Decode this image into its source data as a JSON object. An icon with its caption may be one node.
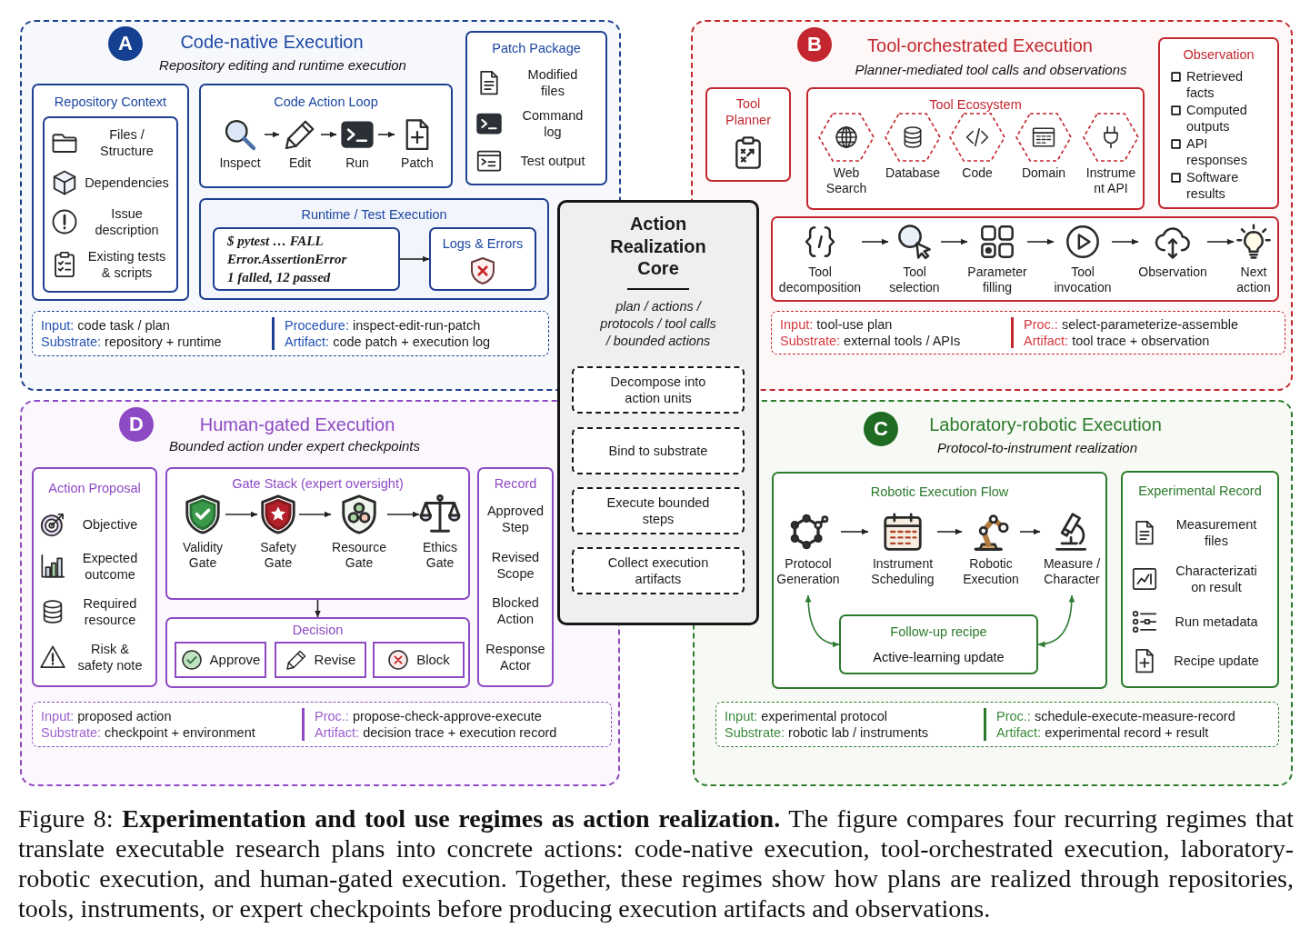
{
  "diagram": {
    "caption": "Figure 8: **Experimentation and tool use regimes as action realization.** The figure compares four recurring regimes that translate executable research plans into concrete actions: code-native execution, tool-orchestrated execution, laboratory-robotic execution, and human-gated execution. Together, these regimes show how plans are realized through repositories, tools, instruments, or expert checkpoints before producing execution artifacts and observations.",
    "nodes": [
      {
        "text": [
          "Code-native Execution",
          "Repository editing and runtime execution"
        ]
      },
      {
        "text": [
          "A"
        ],
        "in": 0
      },
      {
        "text": [
          "Repository Context"
        ],
        "in": 0
      },
      {
        "text": [
          "Files / Structure",
          "Dependencies",
          "Issue description",
          "Existing tests & scripts"
        ],
        "in": 2
      },
      {
        "text": [
          "Code Action Loop"
        ],
        "in": 0
      },
      {
        "text": [
          "Inspect"
        ],
        "in": 4
      },
      {
        "text": [
          "Edit"
        ],
        "in": 4
      },
      {
        "text": [
          "Run"
        ],
        "in": 4
      },
      {
        "text": [
          "Patch"
        ],
        "in": 4
      },
      {
        "text": [
          "Patch Package",
          "Modified files",
          "Command log",
          "Test output"
        ],
        "in": 0
      },
      {
        "text": [
          "Runtime / Test Execution"
        ],
        "in": 0
      },
      {
        "text": [
          "$ pytest … FALL",
          "Error.AssertionError",
          "1 falled, 12 passed"
        ],
        "in": 10
      },
      {
        "text": [
          "Logs & Errors"
        ],
        "in": 10
      },
      {
        "text": [
          "Input: code task / plan",
          "Substrate: repository + runtime",
          "Procedure: inspect-edit-run-patch",
          "Artifact: code patch + execution log"
        ],
        "in": 0
      },
      {
        "text": [
          "Tool-orchestrated Execution",
          "Planner-mediated tool calls and observations"
        ]
      },
      {
        "text": [
          "B"
        ],
        "in": 14
      },
      {
        "text": [
          "Tool Planner"
        ],
        "in": 14
      },
      {
        "text": [
          "Tool Ecosystem"
        ],
        "in": 14
      },
      {
        "text": [
          "Web Search"
        ],
        "in": 17
      },
      {
        "text": [
          "Database"
        ],
        "in": 17
      },
      {
        "text": [
          "Code"
        ],
        "in": 17
      },
      {
        "text": [
          "Domain"
        ],
        "in": 17
      },
      {
        "text": [
          "Instrume nt API"
        ],
        "in": 17
      },
      {
        "text": [
          "Observation",
          "Retrieved facts",
          "Computed outputs",
          "API responses",
          "Software results"
        ],
        "in": 14
      },
      {
        "text": [],
        "shape": "box",
        "in": 14
      },
      {
        "text": [
          "Tool decomposition"
        ],
        "in": 24
      },
      {
        "text": [
          "Tool selection"
        ],
        "in": 24
      },
      {
        "text": [
          "Parameter filling"
        ],
        "in": 24
      },
      {
        "text": [
          "Tool invocation"
        ],
        "in": 24
      },
      {
        "text": [
          "Observation"
        ],
        "in": 24
      },
      {
        "text": [
          "Next action"
        ],
        "in": 24
      },
      {
        "text": [
          "Input: tool-use plan",
          "Substrate: external tools / APIs",
          "Proc.: select-parameterize-assemble",
          "Artifact: tool trace + observation"
        ],
        "in": 14
      },
      {
        "text": [
          "Action Realization Core",
          "plan / actions / protocols / tool calls / bounded actions"
        ]
      },
      {
        "text": [
          "Decompose into action units"
        ],
        "in": 32
      },
      {
        "text": [
          "Bind to substrate"
        ],
        "in": 32
      },
      {
        "text": [
          "Execute bounded steps"
        ],
        "in": 32
      },
      {
        "text": [
          "Collect execution artifacts"
        ],
        "in": 32
      },
      {
        "text": [
          "Human-gated Execution",
          "Bounded action under expert checkpoints"
        ]
      },
      {
        "text": [
          "D"
        ],
        "in": 37
      },
      {
        "text": [
          "Action Proposal",
          "Objective",
          "Expected outcome",
          "Required resource",
          "Risk & safety note"
        ],
        "in": 37
      },
      {
        "text": [
          "Gate Stack (expert oversight)"
        ],
        "in": 37
      },
      {
        "text": [
          "Validity Gate"
        ],
        "in": 40
      },
      {
        "text": [
          "Safety Gate"
        ],
        "in": 40
      },
      {
        "text": [
          "Resource Gate"
        ],
        "in": 40
      },
      {
        "text": [
          "Ethics Gate"
        ],
        "in": 40
      },
      {
        "text": [
          "Decision"
        ],
        "in": 37
      },
      {
        "text": [
          "Approve"
        ],
        "in": 45
      },
      {
        "text": [
          "Revise"
        ],
        "in": 45
      },
      {
        "text": [
          "Block"
        ],
        "in": 45
      },
      {
        "text": [
          "Record",
          "Approved Step",
          "Revised Scope",
          "Blocked Action",
          "Response Actor"
        ],
        "in": 37
      },
      {
        "text": [
          "Input: proposed action",
          "Substrate: checkpoint + environment",
          "Proc.: propose-check-approve-execute",
          "Artifact: decision trace + execution record"
        ],
        "in": 37
      },
      {
        "text": [
          "Laboratory-robotic Execution",
          "Protocol-to-instrument realization"
        ]
      },
      {
        "text": [
          "C"
        ],
        "in": 51
      },
      {
        "text": [
          "Robotic Execution Flow"
        ],
        "in": 51
      },
      {
        "text": [
          "Protocol Generation"
        ],
        "in": 53
      },
      {
        "text": [
          "Instrument Scheduling"
        ],
        "in": 53
      },
      {
        "text": [
          "Robotic Execution"
        ],
        "in": 53
      },
      {
        "text": [
          "Measure / Character"
        ],
        "in": 53
      },
      {
        "text": [
          "Follow-up recipe",
          "Active-learning update"
        ],
        "in": 53
      },
      {
        "text": [
          "Experimental Record",
          "Measurement files",
          "Characterizati on result",
          "Run metadata",
          "Recipe update"
        ],
        "in": 51
      },
      {
        "text": [
          "Input: experimental protocol",
          "Substrate: robotic lab / instruments",
          "Proc.: schedule-execute-measure-record",
          "Artifact: experimental record + result"
        ],
        "in": 51
      }
    ],
    "edges": [
      {
        "from": 5,
        "to": 6,
        "arrow": "to"
      },
      {
        "from": 6,
        "to": 7,
        "arrow": "to"
      },
      {
        "from": 7,
        "to": 8,
        "arrow": "to"
      },
      {
        "from": 11,
        "to": 12,
        "arrow": "to"
      },
      {
        "from": 25,
        "to": 26,
        "arrow": "to"
      },
      {
        "from": 26,
        "to": 27,
        "arrow": "to"
      },
      {
        "from": 27,
        "to": 28,
        "arrow": "to"
      },
      {
        "from": 28,
        "to": 29,
        "arrow": "to"
      },
      {
        "from": 29,
        "to": 30,
        "arrow": "to"
      },
      {
        "from": 41,
        "to": 42,
        "arrow": "to"
      },
      {
        "from": 42,
        "to": 43,
        "arrow": "to"
      },
      {
        "from": 43,
        "to": 44,
        "arrow": "to"
      },
      {
        "from": 40,
        "to": 45,
        "arrow": "to"
      },
      {
        "from": 54,
        "to": 55,
        "arrow": "to"
      },
      {
        "from": 55,
        "to": 56,
        "arrow": "to"
      },
      {
        "from": 56,
        "to": 57,
        "arrow": "to"
      },
      {
        "from": 54,
        "to": 58,
        "arrow": "both",
        "color": "#2e7d32"
      },
      {
        "from": 58,
        "to": 57,
        "arrow": "both",
        "color": "#2e7d32"
      }
    ]
  }
}
